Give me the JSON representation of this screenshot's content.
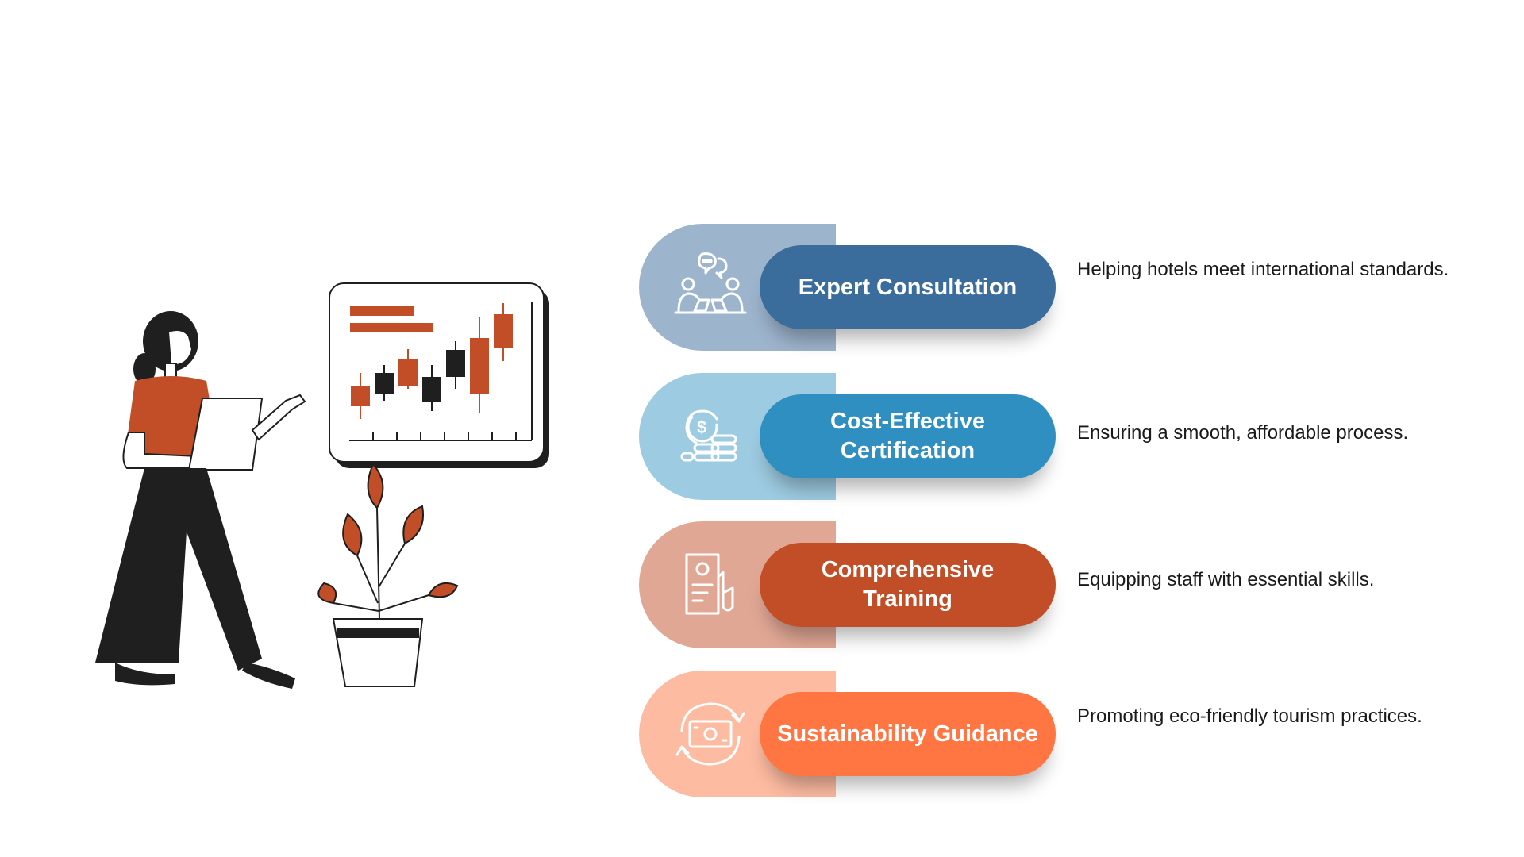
{
  "colors": {
    "blue_dark": "#3A6C9C",
    "blue_dark_tab": "#9DB4CD",
    "blue_light": "#2F8FC0",
    "blue_light_tab": "#9DCBE1",
    "orange_dark": "#C14E26",
    "orange_dark_tab": "#E1A795",
    "orange_light": "#FF7643",
    "orange_light_tab": "#FDBBA1",
    "figure_black": "#1F1F1F",
    "accent_red": "#C14E26"
  },
  "steps": [
    {
      "title": "Expert Consultation",
      "description": "Helping hotels meet international standards.",
      "icon": "consultation-icon"
    },
    {
      "title": "Cost-Effective Certification",
      "description": "Ensuring a smooth, affordable process.",
      "icon": "coins-icon"
    },
    {
      "title": "Comprehensive Training",
      "description": "Equipping staff with essential skills.",
      "icon": "certificate-icon"
    },
    {
      "title": "Sustainability Guidance",
      "description": "Promoting eco-friendly tourism practices.",
      "icon": "eco-cash-cycle-icon"
    }
  ]
}
